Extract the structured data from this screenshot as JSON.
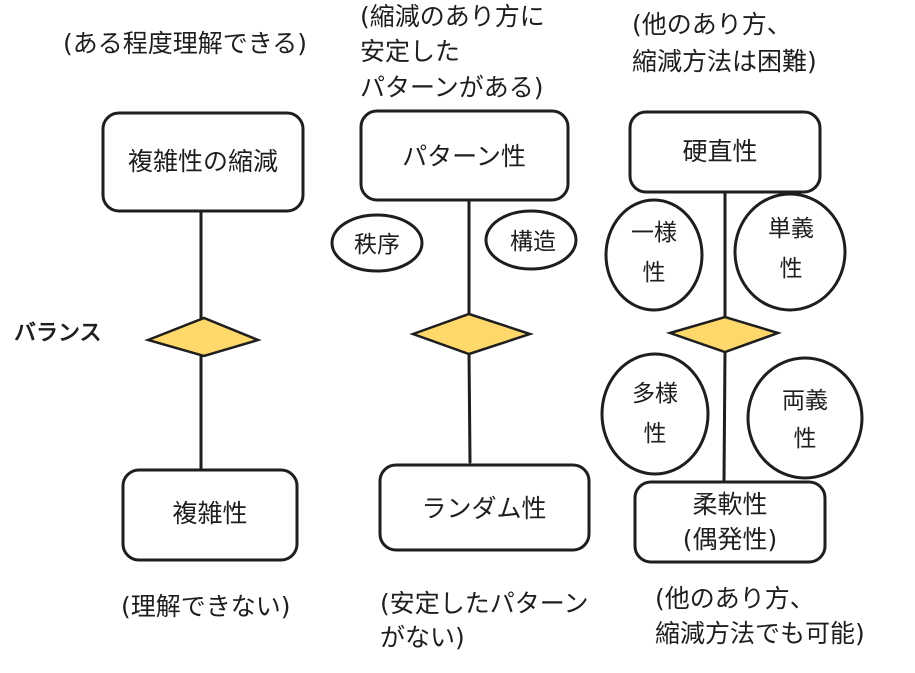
{
  "colors": {
    "stroke": "#1e1e1e",
    "diamond_fill": "#ffd86b",
    "balance_label": "#f2f230",
    "background": "#ffffff"
  },
  "balance_label": "バランス",
  "columns": [
    {
      "id": "complexity",
      "note_top": [
        "(ある程度理解できる)"
      ],
      "top_box": "複雑性の縮減",
      "bottom_box": "複雑性",
      "note_bottom": [
        "(理解できない)"
      ]
    },
    {
      "id": "pattern",
      "note_top": [
        "(縮減のあり方に",
        "安定した",
        "パターンがある)"
      ],
      "top_box": "パターン性",
      "ovals": [
        "秩序",
        "構造"
      ],
      "bottom_box": "ランダム性",
      "note_bottom": [
        "(安定したパターン",
        "がない)"
      ]
    },
    {
      "id": "rigidity",
      "note_top": [
        "(他のあり方、",
        "縮減方法は困難)"
      ],
      "top_box": "硬直性",
      "ovals_top": [
        [
          "一様",
          "性"
        ],
        [
          "単義",
          "性"
        ]
      ],
      "ovals_bottom": [
        [
          "多様",
          "性"
        ],
        [
          "両義",
          "性"
        ]
      ],
      "bottom_box": [
        "柔軟性",
        "(偶発性)"
      ],
      "note_bottom": [
        "(他のあり方、",
        "縮減方法でも可能)"
      ]
    }
  ]
}
